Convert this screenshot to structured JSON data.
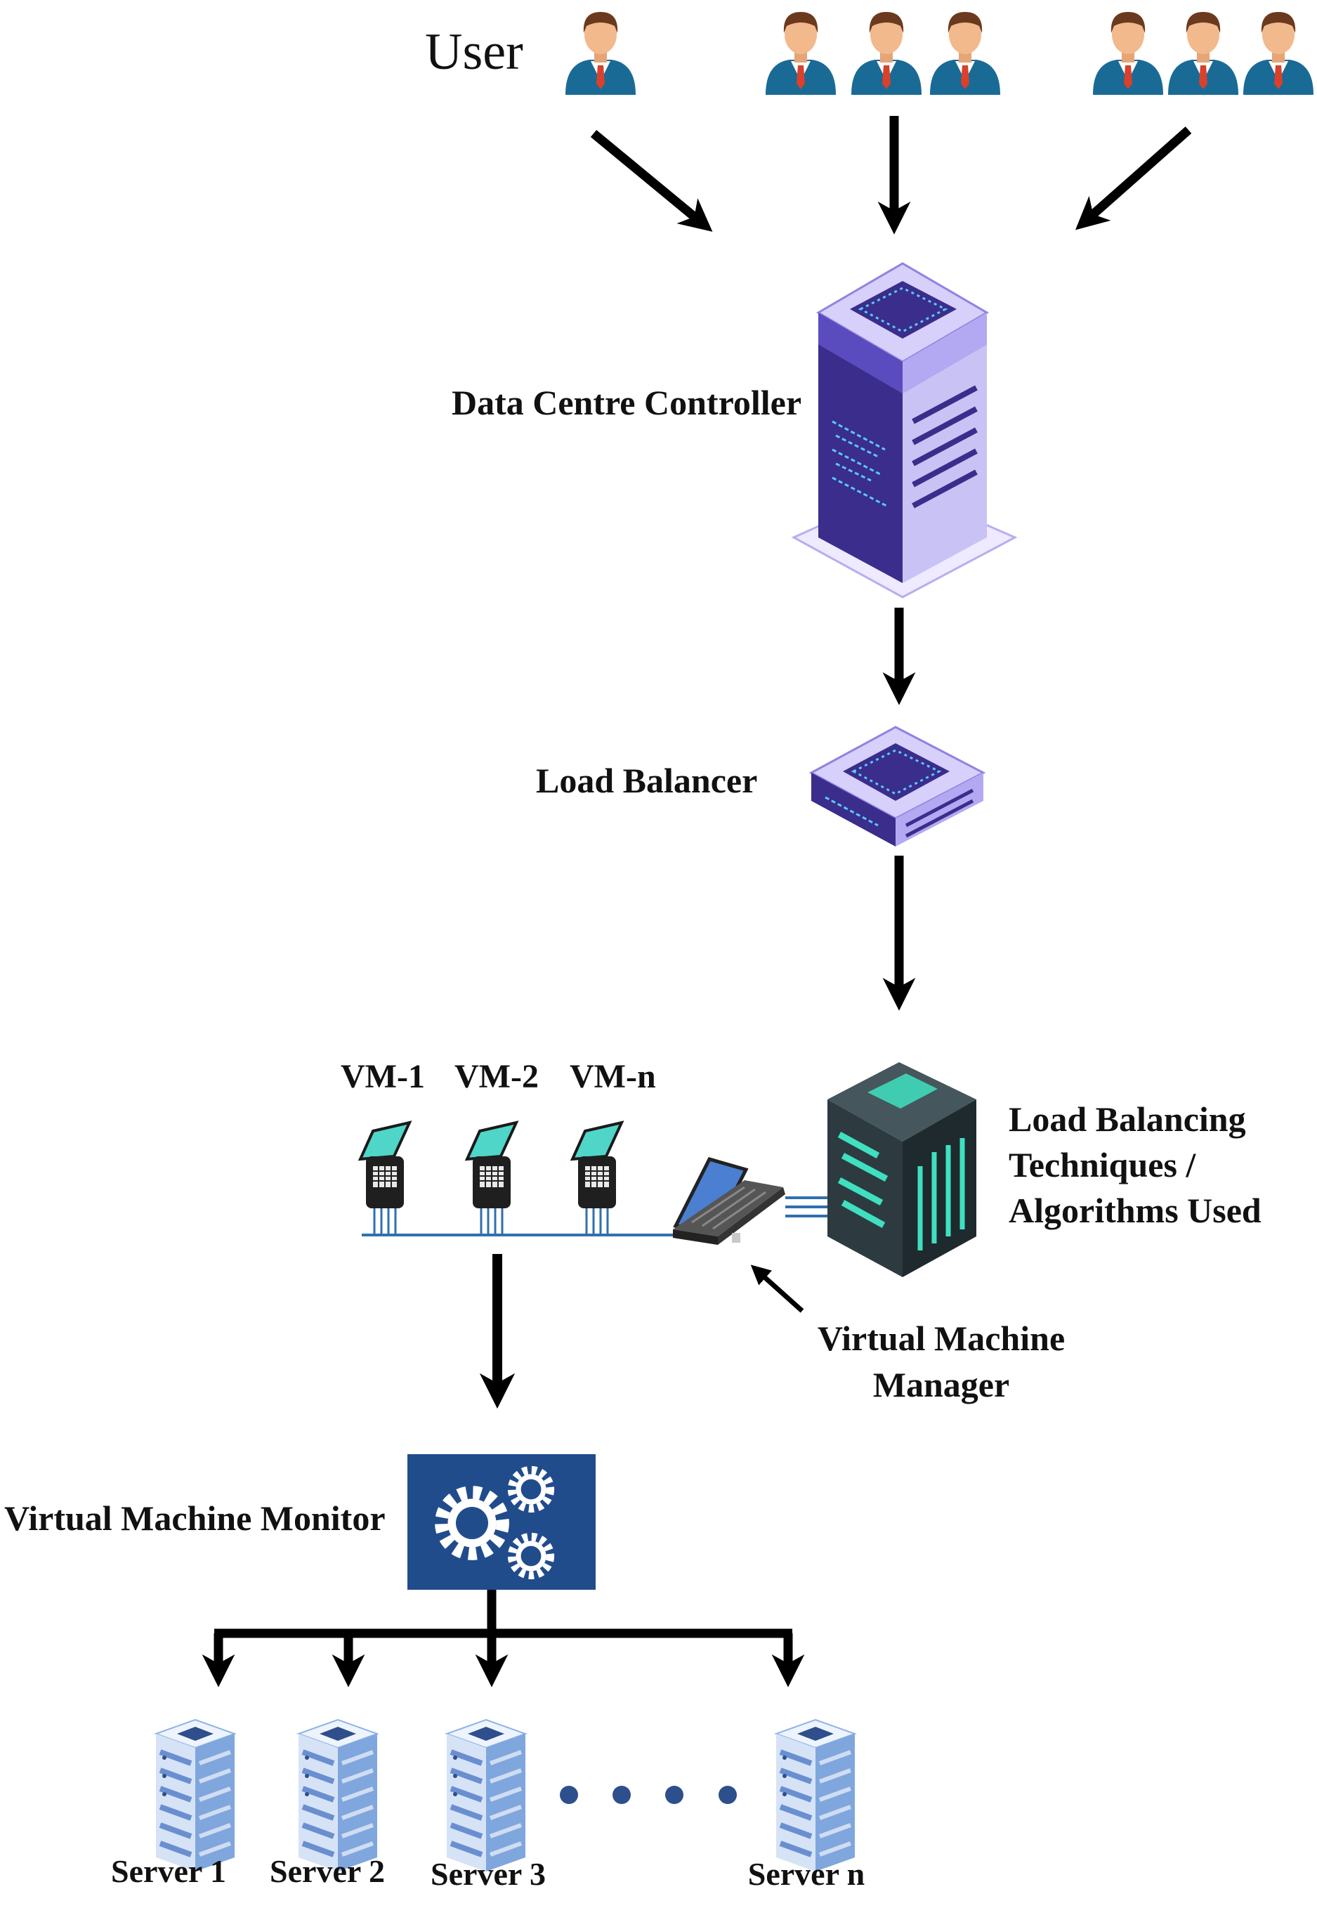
{
  "labels": {
    "user": "User",
    "controller": "Data Centre Controller",
    "load_balancer": "Load Balancer",
    "vms": [
      "VM-1",
      "VM-2",
      "VM-n"
    ],
    "techniques": [
      "Load Balancing",
      "Techniques /",
      "Algorithms Used"
    ],
    "vmm_manager": [
      "Virtual Machine",
      "Manager"
    ],
    "vm_monitor": "Virtual Machine Monitor",
    "servers": [
      "Server 1",
      "Server 2",
      "Server 3",
      "Server n"
    ]
  },
  "colors": {
    "arrow": "#000000",
    "user_suit": "#1a6a96",
    "user_skin": "#f2b98c",
    "user_hair": "#6b3a1e",
    "user_tie": "#d8412b",
    "controller_dark": "#3a2d8c",
    "controller_light": "#c9c2f5",
    "controller_accent": "#5bc8f5",
    "monitor_box": "#214c8c",
    "monitor_gear": "#ffffff",
    "techniques_dark": "#2d3b40",
    "techniques_accent": "#3fe0c0",
    "server_light": "#dbe8f8",
    "server_mid": "#6f9bd6",
    "bus_line": "#2f6fb0",
    "dot": "#2d4f8c"
  },
  "icons": {
    "user": "user-icon",
    "controller": "server-tower-icon",
    "load_balancer": "server-unit-icon",
    "vm": "virtual-machine-icon",
    "laptop": "laptop-icon",
    "techniques": "server-rack-icon",
    "monitor": "gears-icon",
    "server": "server-icon"
  }
}
